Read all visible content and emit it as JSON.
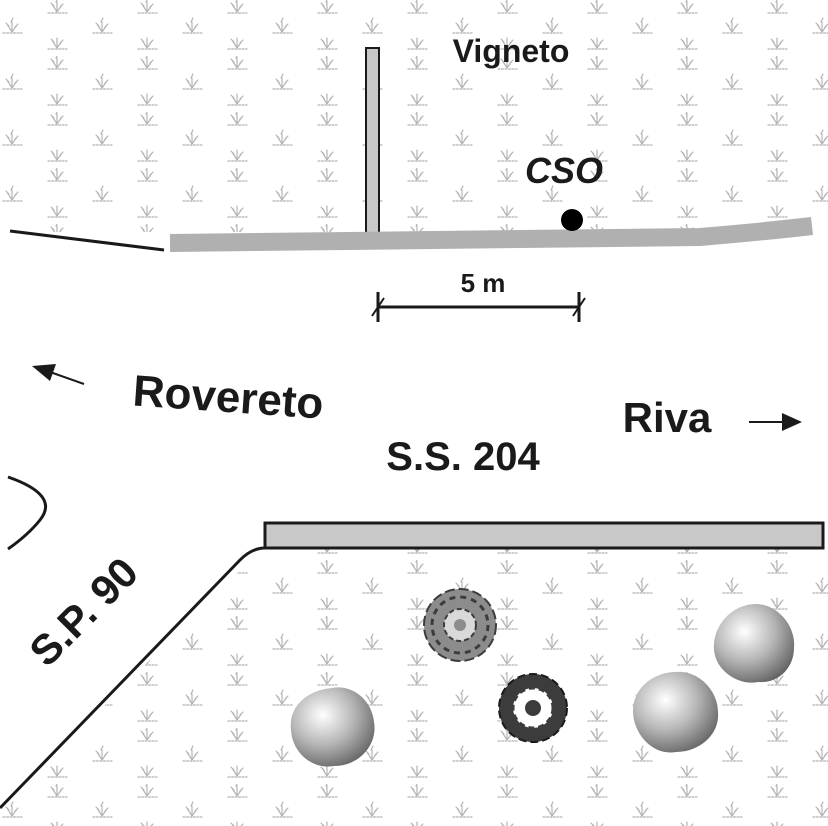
{
  "labels": {
    "vineyard": "Vigneto",
    "site": "CSO",
    "scale": "5 m",
    "toward_west": "Rovereto",
    "toward_east": "Riva",
    "main_road": "S.S. 204",
    "side_road": "S.P. 90"
  },
  "colors": {
    "road_fill": "#c8c8c8",
    "road_outline": "#1a1a1a",
    "vegetation_symbol": "#b4b4b4",
    "site_marker": "#000000",
    "shrub_fill": "#8c8c8c",
    "shrub_dark": "#3c3c3c"
  },
  "icons": {
    "site_marker": "filled-circle-icon",
    "arrow_west": "arrow-left-up-icon",
    "arrow_east": "arrow-right-icon",
    "vineyard_area": "grass-pattern",
    "trees": "tree-icon"
  }
}
